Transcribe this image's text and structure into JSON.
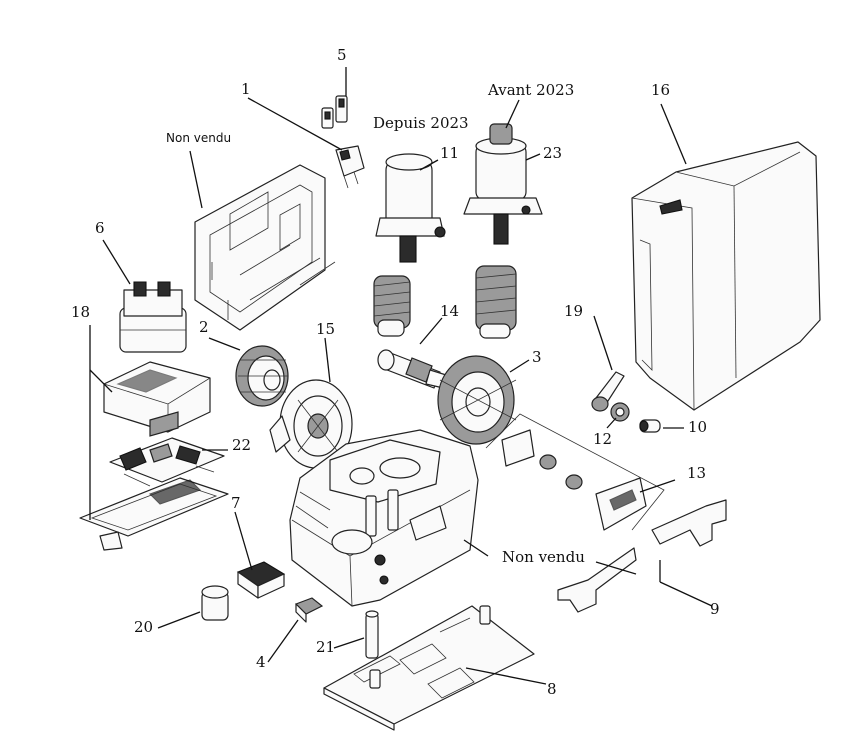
{
  "diagram": {
    "captions": {
      "not_sold_top": "Non vendu",
      "since_2023": "Depuis 2023",
      "before_2023": "Avant 2023",
      "not_sold_bottom": "Non vendu"
    },
    "part_numbers": [
      "1",
      "2",
      "3",
      "4",
      "5",
      "6",
      "7",
      "8",
      "9",
      "10",
      "11",
      "12",
      "13",
      "14",
      "15",
      "16",
      "18",
      "19",
      "20",
      "21",
      "22",
      "23"
    ]
  }
}
